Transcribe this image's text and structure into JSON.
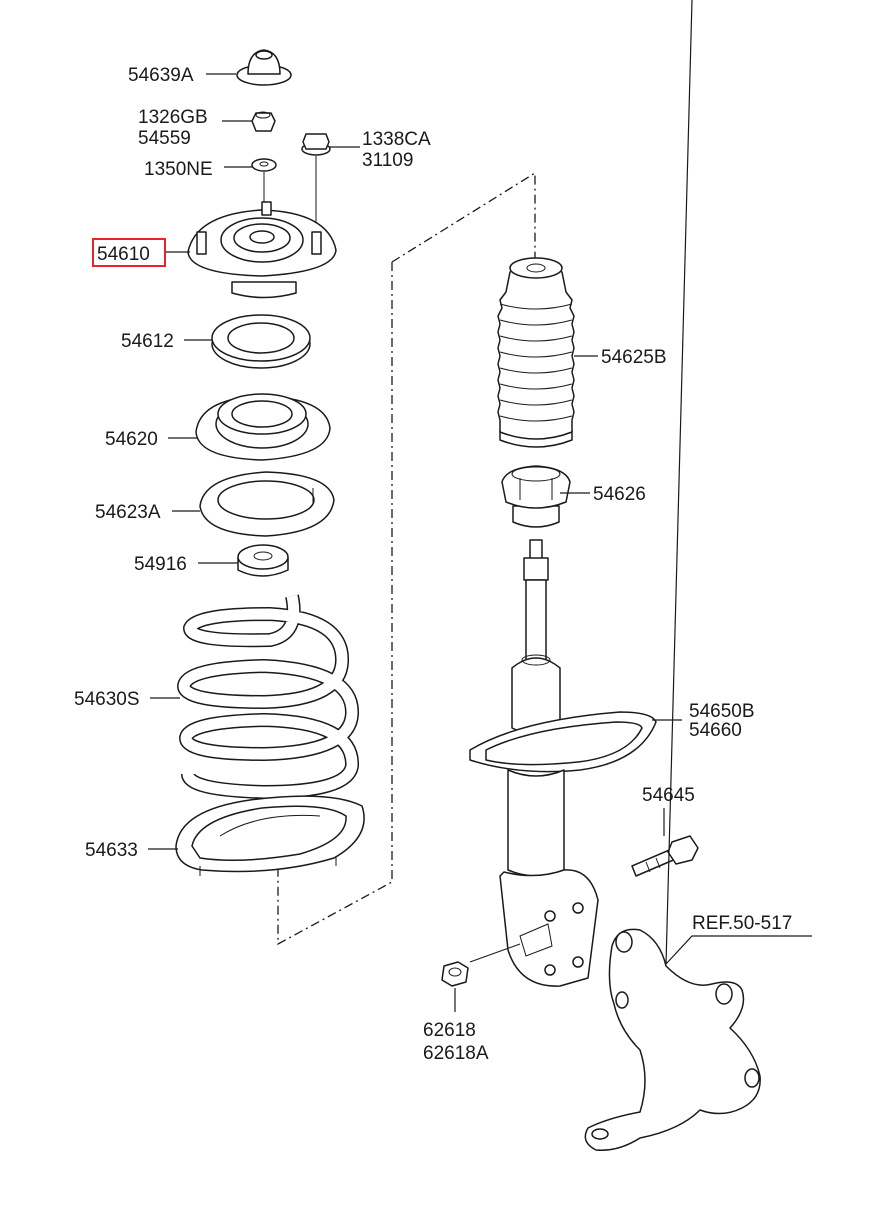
{
  "highlight_color": "#e8242a",
  "labels": {
    "p54639A": "54639A",
    "p1326GB": "1326GB",
    "p54559": "54559",
    "p1338CA": "1338CA",
    "p31109": "31109",
    "p1350NE": "1350NE",
    "p54610": "54610",
    "p54612": "54612",
    "p54625B": "54625B",
    "p54620": "54620",
    "p54623A": "54623A",
    "p54626": "54626",
    "p54916": "54916",
    "p54630S": "54630S",
    "p54650B": "54650B",
    "p54660": "54660",
    "p54645": "54645",
    "p54633": "54633",
    "ref": "REF.50-517",
    "p62618": "62618",
    "p62618A": "62618A"
  }
}
